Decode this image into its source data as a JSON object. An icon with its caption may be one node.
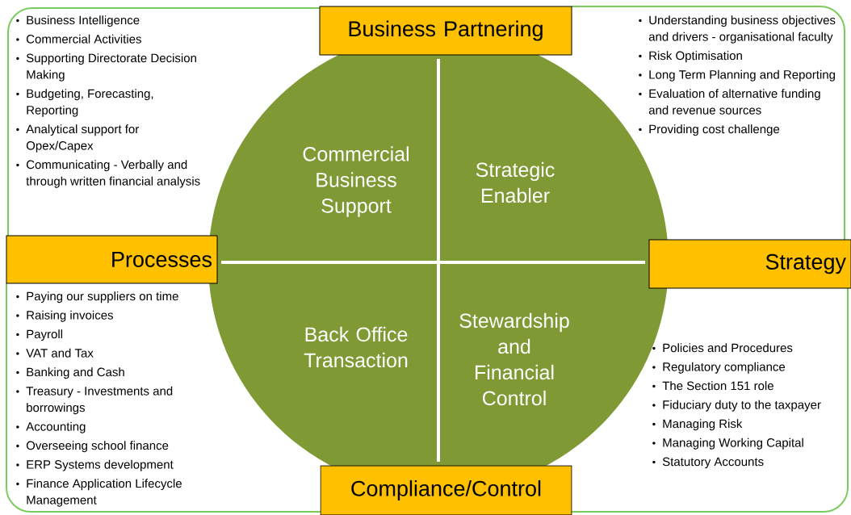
{
  "diagram": {
    "nodes": [
      {
        "text": [
          "Business Partnering"
        ]
      },
      {
        "text": [
          "Business Intelligence",
          "Commercial Activities",
          "Supporting Directorate Decision Making",
          "Budgeting, Forecasting, Reporting",
          "Analytical support for Opex/Capex",
          "Communicating - Verbally and through written financial analysis"
        ]
      },
      {
        "text": [
          "Understanding business objectives and drivers - organisational faculty",
          "Risk Optimisation",
          "Long Term Planning and Reporting",
          "Evaluation of alternative funding and revenue sources",
          "Providing cost challenge"
        ]
      },
      {
        "text": [
          "Commercial Business Support"
        ]
      },
      {
        "text": [
          "Strategic Enabler"
        ]
      },
      {
        "text": [
          "Processes"
        ]
      },
      {
        "text": [
          "Strategy"
        ]
      },
      {
        "text": [
          "Back Office Transaction"
        ]
      },
      {
        "text": [
          "Stewardship and Financial Control"
        ]
      },
      {
        "text": [
          "Paying our suppliers on time",
          "Raising invoices",
          "Payroll",
          "VAT and Tax",
          "Banking and Cash",
          "Treasury - Investments and borrowings",
          "Accounting",
          "Overseeing school finance",
          "ERP Systems development",
          "Finance Application Lifecycle Management"
        ]
      },
      {
        "text": [
          "Policies and Procedures",
          "Regulatory compliance",
          "The Section 151 role",
          "Fiduciary duty to the taxpayer",
          "Managing Risk",
          "Managing Working Capital",
          "Statutory Accounts"
        ]
      },
      {
        "text": [
          "Compliance/Control"
        ]
      }
    ]
  }
}
